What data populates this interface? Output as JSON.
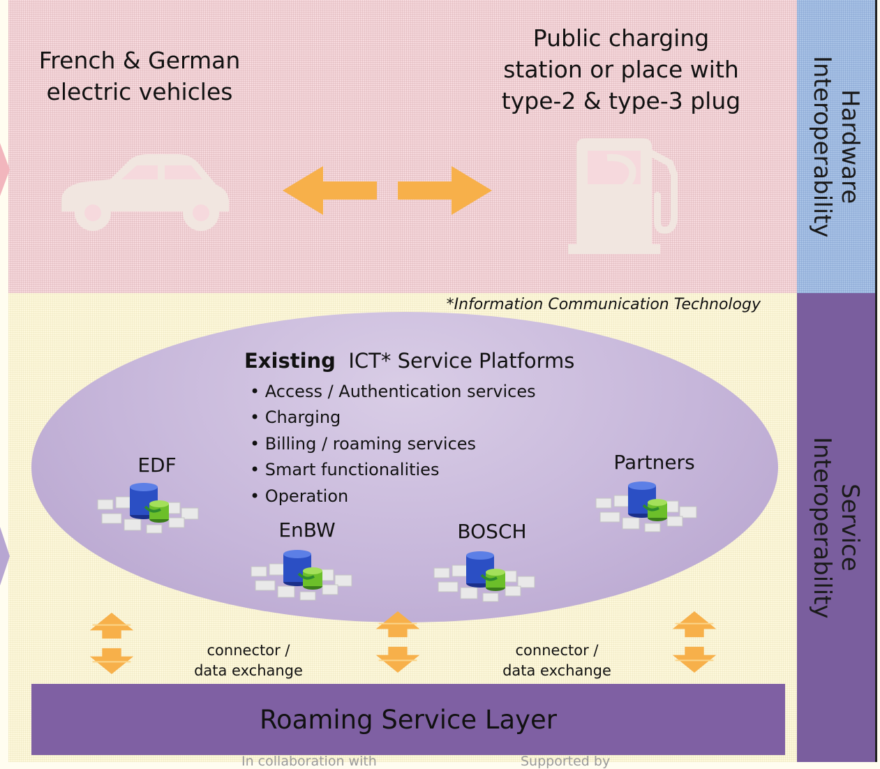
{
  "top": {
    "vehicles_label": "French & German electric vehicles",
    "vehicles_line1": "French & German",
    "vehicles_line2": "electric vehicles",
    "station_line1": "Public charging",
    "station_line2": "station or place with",
    "station_line3": "type-2 & type-3 plug",
    "car_icon": "car-icon",
    "pump_icon": "fuel-pump-icon"
  },
  "side": {
    "hardware_line1": "Hardware",
    "hardware_line2": "Interoperability",
    "service_line1": "Service",
    "service_line2": "Interoperability"
  },
  "footnote": "*Information Communication Technology",
  "platforms": {
    "title_bold": "Existing",
    "title_rest": "ICT* Service Platforms",
    "services": [
      "Access / Authentication services",
      "Charging",
      "Billing / roaming services",
      "Smart functionalities",
      "Operation"
    ],
    "nodes": [
      "EDF",
      "EnBW",
      "BOSCH",
      "Partners"
    ],
    "node_icon": "database-server-icon"
  },
  "connectors": {
    "left_line1": "connector /",
    "left_line2": "data exchange",
    "right_line1": "connector /",
    "right_line2": "data exchange",
    "arrow_icon": "double-vertical-arrow-icon"
  },
  "roaming_layer": "Roaming Service Layer",
  "footer": {
    "left": "In collaboration with",
    "right": "Supported by"
  },
  "colors": {
    "hardware_band": "#f6d9dd",
    "service_band": "#fdf8dc",
    "hardware_side": "#a9c3e6",
    "service_side": "#7a5e9e",
    "arrow": "#f7b04a",
    "roaming": "#7f60a3"
  }
}
